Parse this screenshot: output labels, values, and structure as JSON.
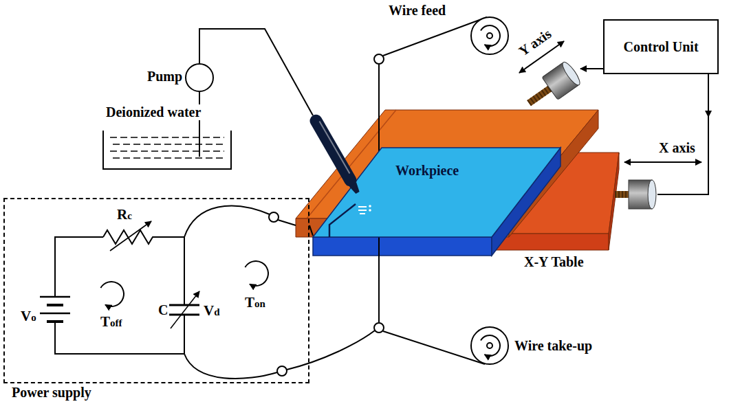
{
  "diagram": {
    "nodes": [
      {
        "text": [
          "Control Unit"
        ]
      },
      {
        "text": [
          "Workpiece"
        ]
      },
      {
        "text": [
          "Power supply"
        ]
      }
    ],
    "edges": [
      {
        "from": 2,
        "to": 1,
        "arrow": "none"
      }
    ],
    "labels": [
      "Wire feed",
      "Y axis",
      "Pump",
      "Deionized water",
      "X axis",
      "Rc",
      "X-Y Table",
      "C",
      "Vd",
      "Ton",
      "Vo",
      "Toff",
      "Wire take-up"
    ]
  }
}
